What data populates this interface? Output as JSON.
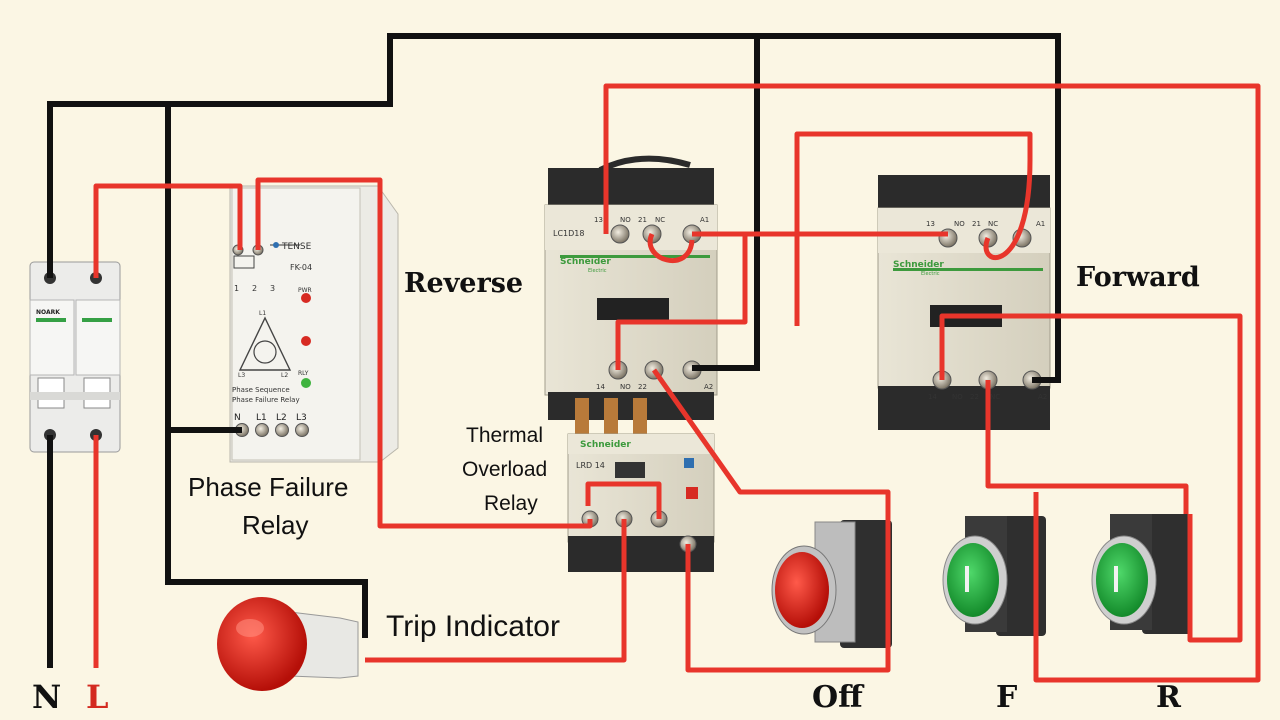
{
  "colors": {
    "live_wire": "#e8352b",
    "neutral_wire": "#111111",
    "background": "#fbf6e4",
    "schneider_green": "#3d9a3d"
  },
  "labels": {
    "reverse": "Reverse",
    "forward": "Forward",
    "phase_failure_relay_l1": "Phase Failure",
    "phase_failure_relay_l2": "Relay",
    "thermal_l1": "Thermal",
    "thermal_l2": "Overload",
    "thermal_l3": "Relay",
    "trip_indicator": "Trip Indicator",
    "off": "Off",
    "f": "F",
    "r": "R",
    "n": "N",
    "l": "L"
  },
  "mcb": {
    "brand": "NOARK"
  },
  "phase_relay": {
    "brand": "TENSE",
    "model": "FK-04",
    "pins_top": [
      "1",
      "2",
      "3"
    ],
    "pwr": "PWR",
    "rly": "RLY",
    "desc_l1": "Phase Sequence",
    "desc_l2": "Phase Failure Relay",
    "l1": "L1",
    "l2": "L2",
    "l3": "L3",
    "terminals_bottom": [
      "N",
      "L1",
      "L2",
      "L3"
    ]
  },
  "contactor_reverse": {
    "brand": "Schneider",
    "brand_sub": "Electric",
    "model": "LC1D18",
    "top_terminals": [
      "13",
      "NO",
      "21",
      "NC",
      "A1"
    ],
    "bottom_terminals": [
      "14",
      "NO",
      "22",
      "A2"
    ]
  },
  "contactor_forward": {
    "brand": "Schneider",
    "brand_sub": "Electric",
    "top_terminals": [
      "13",
      "NO",
      "21",
      "NC",
      "A1"
    ],
    "bottom_terminals": [
      "14",
      "NO",
      "22",
      "NC",
      "A2"
    ]
  },
  "overload": {
    "brand": "Schneider",
    "model": "LRD 14"
  }
}
